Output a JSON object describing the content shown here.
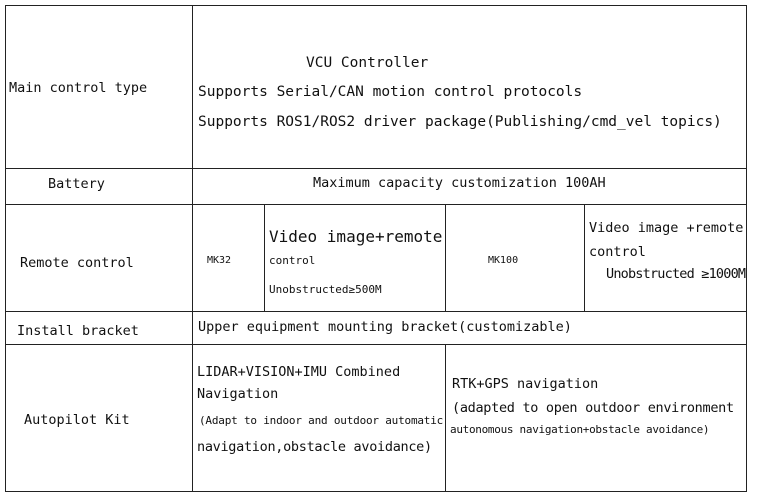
{
  "rows": {
    "main_control": {
      "label": "Main control  type",
      "line1": "VCU Controller",
      "line2": "Supports Serial/CAN motion control protocols",
      "line3": "Supports ROS1/ROS2 driver package(Publishing/cmd_vel topics)"
    },
    "battery": {
      "label": "Battery",
      "value": "Maximum capacity customization 100AH"
    },
    "remote": {
      "label": "Remote control",
      "model1": "MK32",
      "model1_line1": "Video  image+remote",
      "model1_line2": "control",
      "model1_line3": "Unobstructed≥500M",
      "model2": "MK100",
      "model2_line1": "Video image +remote",
      "model2_line2": "control",
      "model2_line3": "Unobstructed  ≥1000M"
    },
    "bracket": {
      "label": "Install  bracket",
      "value": "Upper  equipment mounting bracket(customizable)"
    },
    "autopilot": {
      "label": "Autopilot Kit",
      "left_line1": "LIDAR+VISION+IMU Combined",
      "left_line2": "Navigation",
      "left_line3": "(Adapt to indoor and outdoor automatic",
      "left_line4": "navigation,obstacle avoidance)",
      "right_line1": "RTK+GPS navigation",
      "right_line2": "(adapted to open outdoor environment",
      "right_line3": "autonomous navigation+obstacle avoidance)"
    }
  }
}
